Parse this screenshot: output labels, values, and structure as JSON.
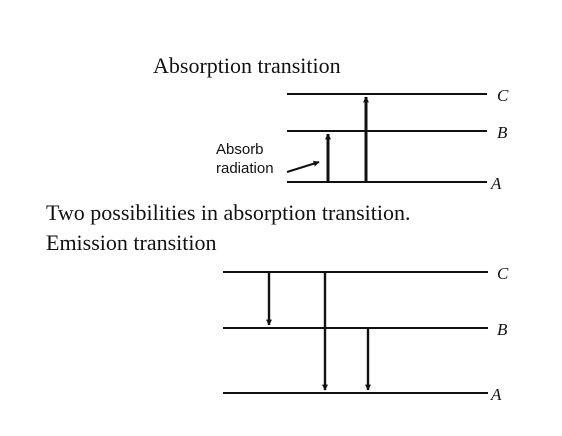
{
  "diagram": {
    "absorption_title": "Absorption transition",
    "absorb_label_line1": "Absorb",
    "absorb_label_line2": "radiation",
    "caption": "Two possibilities in absorption transition.",
    "emission_title": "Emission transition",
    "levels": {
      "top": {
        "c": "C",
        "b": "B",
        "a": "A"
      },
      "bottom": {
        "c": "C",
        "b": "B",
        "a": "A"
      }
    },
    "ink_color": "#111111",
    "background_color": "#ffffff"
  }
}
